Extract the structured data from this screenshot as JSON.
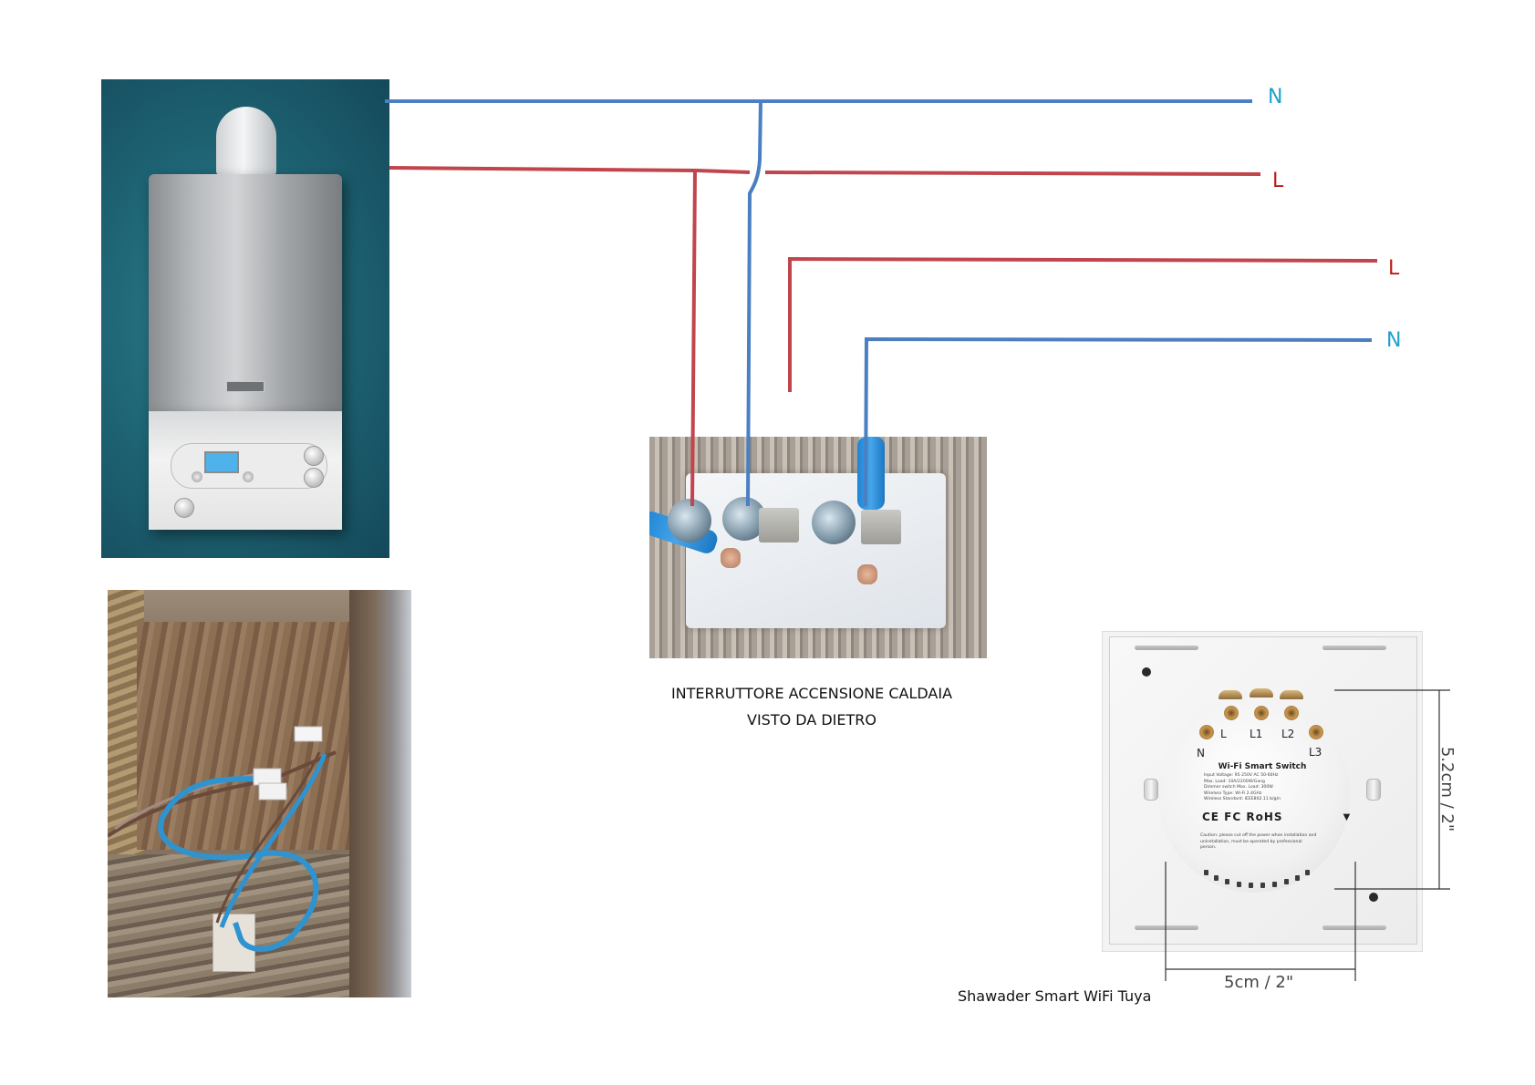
{
  "diagram": {
    "title": "Boiler switch wiring to Shawader smart WiFi switch",
    "colors": {
      "neutral_wire": "#4a7fc1",
      "live_wire": "#c0454d",
      "neutral_label": "#1fa2c8",
      "live_label": "#c01818",
      "background": "#ffffff"
    },
    "wire_labels": {
      "top_neutral": "N",
      "top_live": "L",
      "mid_live": "L",
      "mid_neutral": "N"
    },
    "captions": {
      "switch_photo_line1": "INTERRUTTORE ACCENSIONE CALDAIA",
      "switch_photo_line2": "VISTO DA DIETRO",
      "smart_switch": "Shawader Smart WiFi Tuya"
    },
    "smart_switch": {
      "terminal_labels": [
        "N",
        "L",
        "L1",
        "L2",
        "L3"
      ],
      "title": "Wi-Fi Smart Switch",
      "specs": [
        "Input Voltage: 95-250V AC 50-60Hz",
        "Max. Load: 10A/2200W/Gang",
        "Dimmer switch Max. Load: 300W",
        "Wireless Type: Wi-Fi 2.4GHz",
        "Wireless Standard: IEEE802.11 b/g/n"
      ],
      "certifications": "CE FC RoHS",
      "caution": "Caution: please cut off the power when installation and uninstallation, must be operated by professional person.",
      "height_dimension": "5.2cm / 2\"",
      "width_dimension": "5cm / 2\""
    },
    "images": {
      "boiler": "wall-mounted gas boiler",
      "terminal": "existing boiler switch seen from behind",
      "box": "wooden junction box with wiring"
    }
  }
}
